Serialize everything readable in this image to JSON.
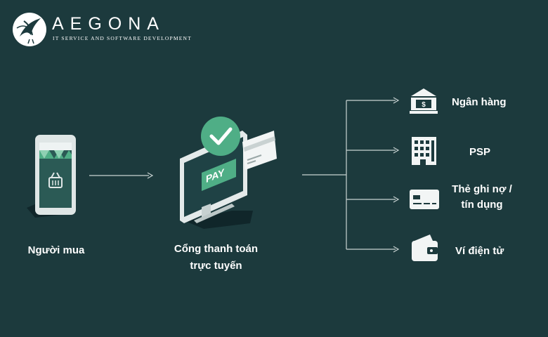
{
  "brand": {
    "name": "AEGONA",
    "tagline": "IT SERVICE AND SOFTWARE DEVELOPMENT"
  },
  "nodes": {
    "buyer": "Người mua",
    "gateway_line1": "Cổng thanh toán",
    "gateway_line2": "trực tuyến",
    "pay_label": "PAY"
  },
  "destinations": [
    {
      "label": "Ngân hàng",
      "icon": "bank-icon"
    },
    {
      "label": "PSP",
      "icon": "building-icon"
    },
    {
      "label_line1": "Thẻ ghi nợ /",
      "label_line2": "tín dụng",
      "icon": "credit-card-icon"
    },
    {
      "label": "Ví điện tử",
      "icon": "wallet-icon"
    }
  ],
  "colors": {
    "background": "#1c3a3d",
    "accent_green": "#4fae86",
    "light": "#e9eeee",
    "shadow": "#10262a"
  }
}
